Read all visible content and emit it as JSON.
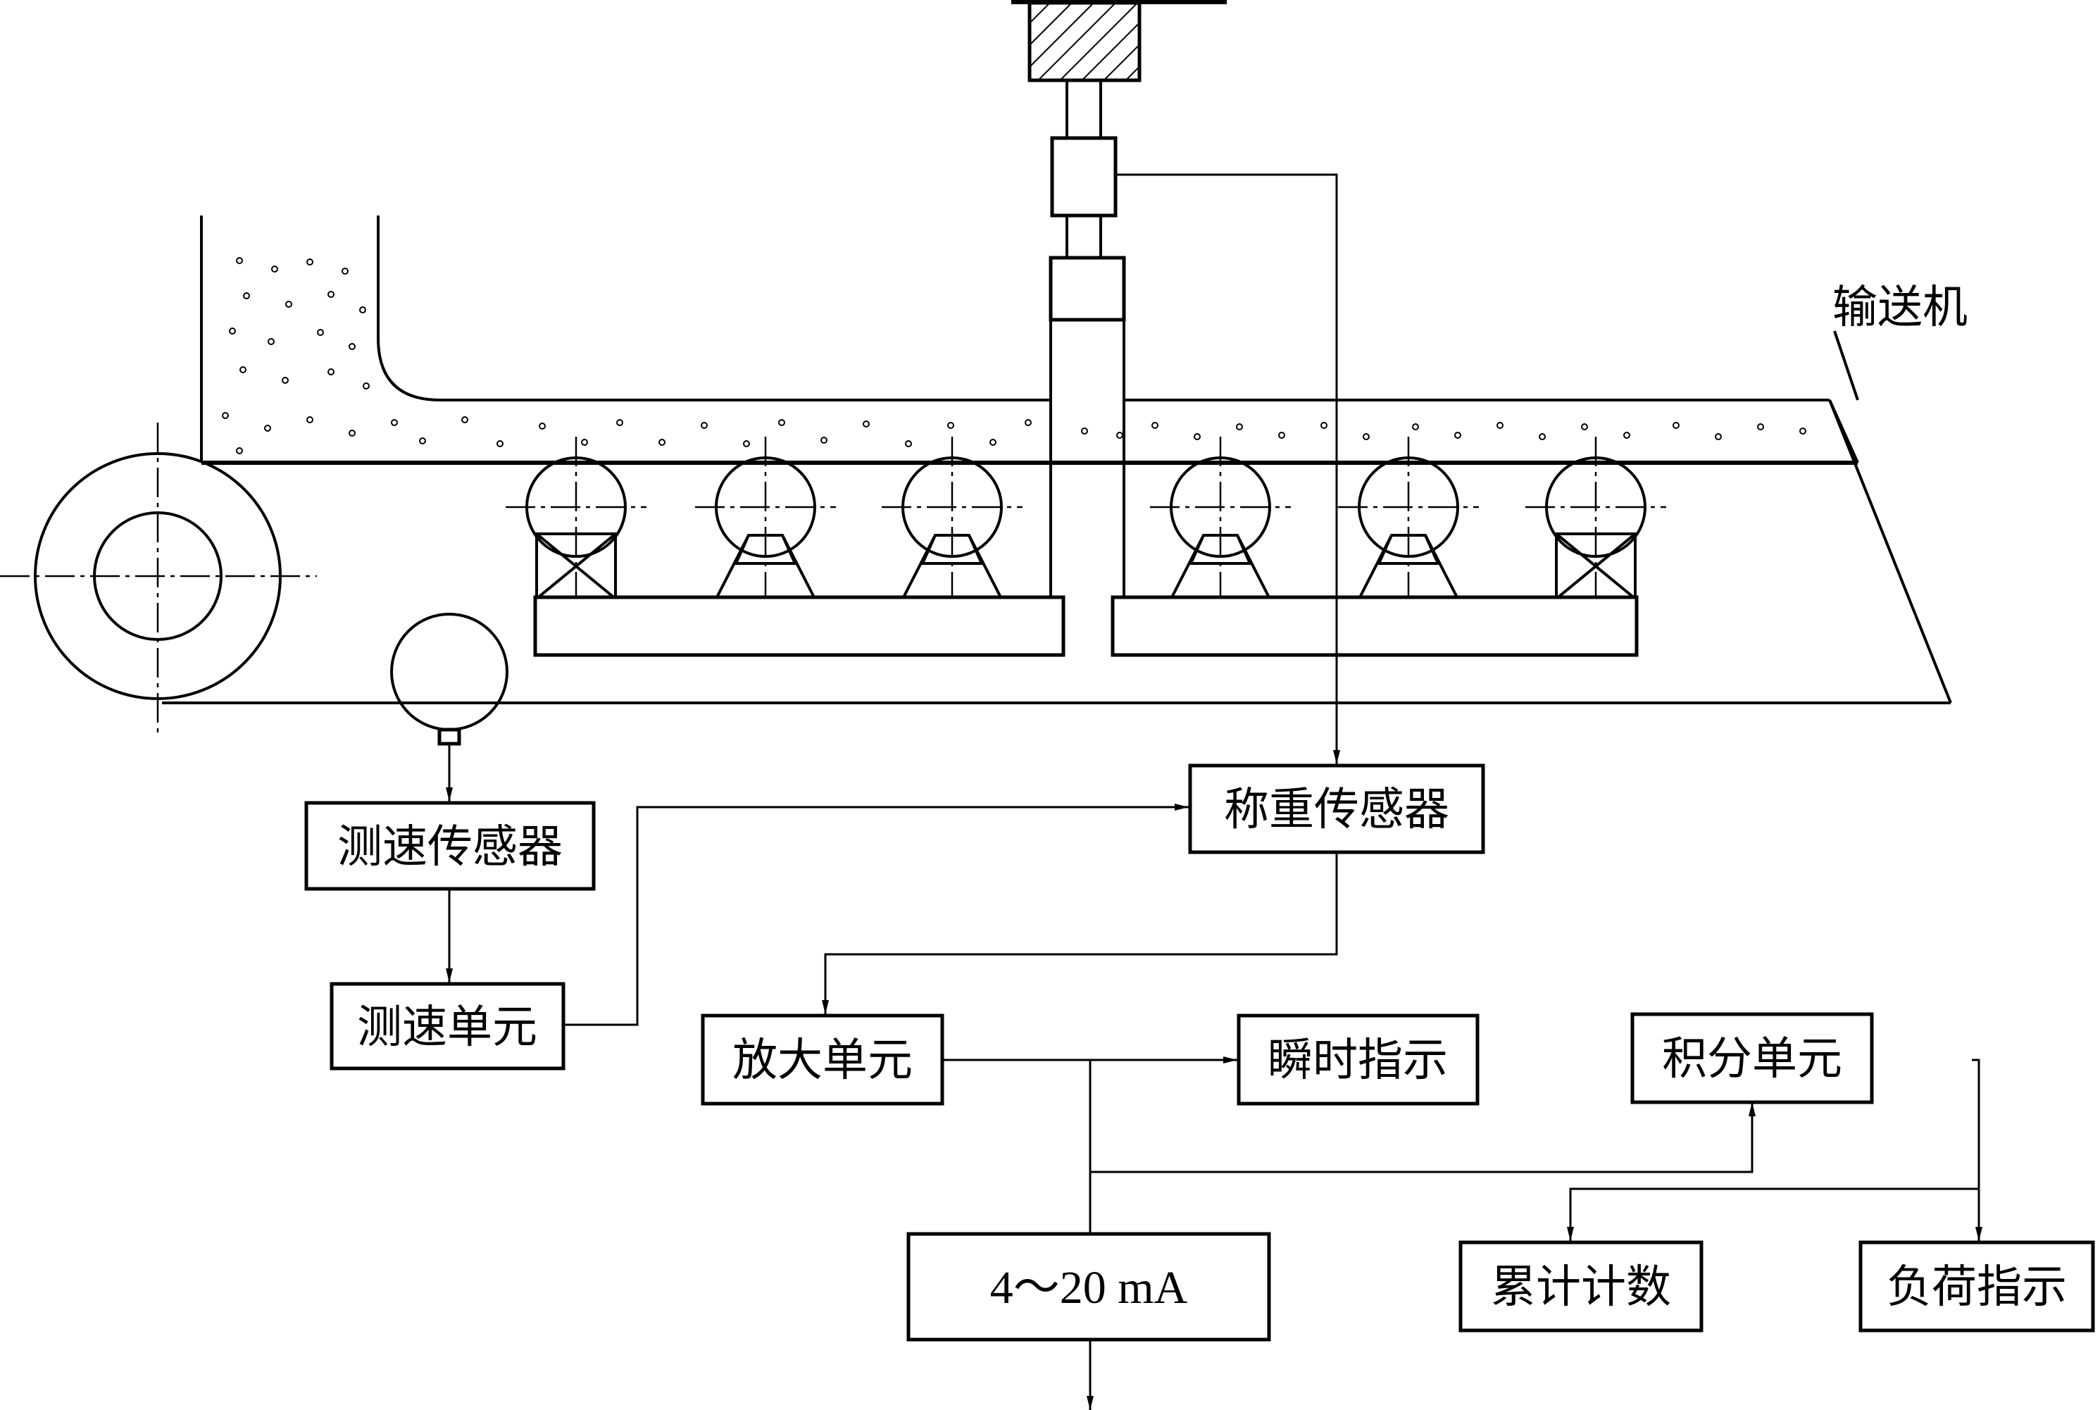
{
  "labels": {
    "conveyor": "输送机",
    "speed_sensor": "测速传感器",
    "speed_unit": "测速单元",
    "weighing_sensor": "称重传感器",
    "amplifier": "放大单元",
    "instant_display": "瞬时指示",
    "integrator": "积分单元",
    "current_output": "4～20 mA",
    "totalizer": "累计计数",
    "load_display": "负荷指示"
  }
}
